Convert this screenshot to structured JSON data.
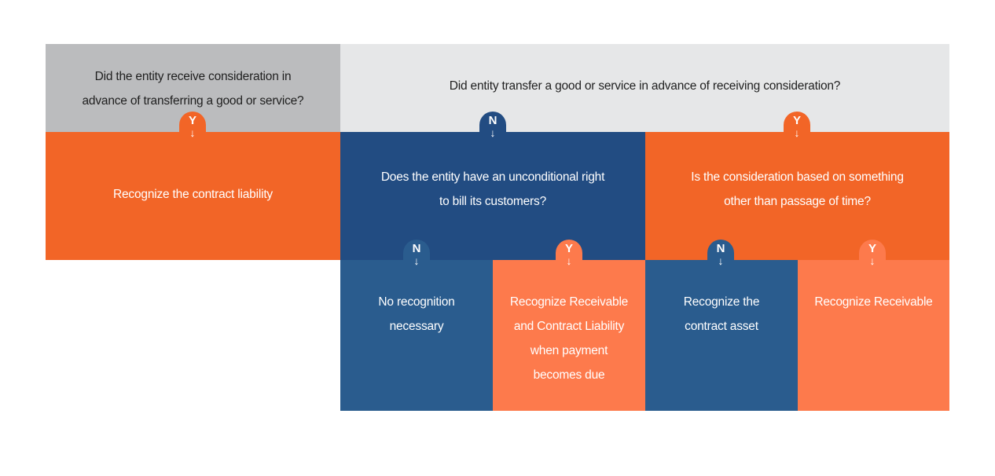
{
  "colors": {
    "gray_header": "#bbbcbe",
    "light_header": "#e6e7e8",
    "orange": "#f26527",
    "light_orange": "#fd7a4c",
    "navy": "#224c82",
    "blue": "#2a5c8e"
  },
  "question_1": {
    "text_line1": "Did the entity receive consideration in",
    "text_line2": "advance of transferring a good or service?",
    "yes_branch": {
      "badge": "Y",
      "arrow": "↓",
      "result": "Recognize the contract liability"
    }
  },
  "question_2": {
    "text": "Did entity transfer a good  or service in advance of receiving consideration?",
    "no_branch": {
      "badge": "N",
      "arrow": "↓",
      "question_line1": "Does the entity have an unconditional right",
      "question_line2": "to bill its customers?",
      "no": {
        "badge": "N",
        "arrow": "↓",
        "lines": [
          "No recognition",
          "necessary"
        ]
      },
      "yes": {
        "badge": "Y",
        "arrow": "↓",
        "lines": [
          "Recognize Receivable",
          "and Contract Liability",
          "when payment",
          "becomes due"
        ]
      }
    },
    "yes_branch": {
      "badge": "Y",
      "arrow": "↓",
      "question_line1": "Is the consideration based on something",
      "question_line2": "other than passage of time?",
      "no": {
        "badge": "N",
        "arrow": "↓",
        "lines": [
          "Recognize the",
          "contract asset"
        ]
      },
      "yes": {
        "badge": "Y",
        "arrow": "↓",
        "lines": [
          "Recognize Receivable"
        ]
      }
    }
  }
}
